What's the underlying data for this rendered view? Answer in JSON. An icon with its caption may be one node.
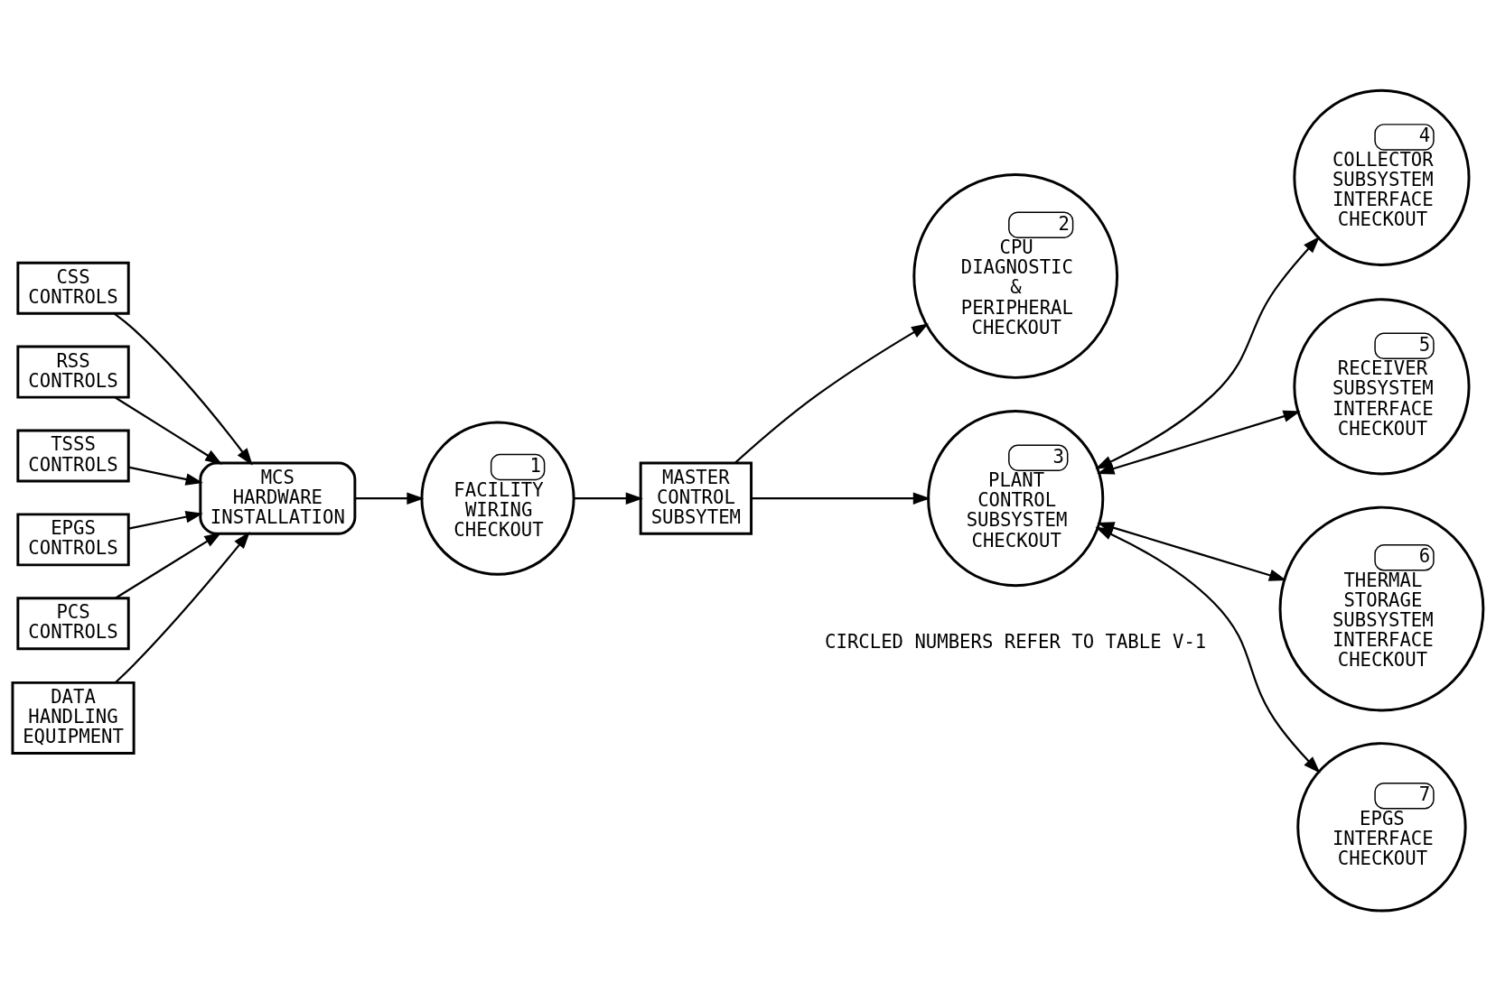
{
  "diagram": {
    "nodes": [
      {
        "text": [
          "CSS CONTROLS"
        ]
      },
      {
        "text": [
          "RSS CONTROLS"
        ]
      },
      {
        "text": [
          "TSSS CONTROLS"
        ]
      },
      {
        "text": [
          "EPGS CONTROLS"
        ]
      },
      {
        "text": [
          "PCS CONTROLS"
        ]
      },
      {
        "text": [
          "DATA HANDLING EQUIPMENT"
        ]
      },
      {
        "text": [
          "MCS HARDWARE INSTALLATION"
        ]
      },
      {
        "text": [
          "1",
          "FACILITY WIRING CHECKOUT"
        ]
      },
      {
        "text": [
          "MASTER CONTROL SUBSYTEM"
        ]
      },
      {
        "text": [
          "2",
          "CPU DIAGNOSTIC & PERIPHERAL CHECKOUT"
        ]
      },
      {
        "text": [
          "3",
          "PLANT CONTROL SUBSYSTEM CHECKOUT"
        ]
      },
      {
        "text": [
          "4",
          "COLLECTOR SUBSYSTEM INTERFACE CHECKOUT"
        ]
      },
      {
        "text": [
          "5",
          "RECEIVER SUBSYSTEM INTERFACE CHECKOUT"
        ]
      },
      {
        "text": [
          "6",
          "THERMAL STORAGE SUBSYSTEM INTERFACE CHECKOUT"
        ]
      },
      {
        "text": [
          "7",
          "EPGS INTERFACE CHECKOUT"
        ]
      }
    ],
    "edges": [
      {
        "from": 0,
        "to": 6,
        "arrow": "to"
      },
      {
        "from": 1,
        "to": 6,
        "arrow": "to"
      },
      {
        "from": 2,
        "to": 6,
        "arrow": "to"
      },
      {
        "from": 3,
        "to": 6,
        "arrow": "to"
      },
      {
        "from": 4,
        "to": 6,
        "arrow": "to"
      },
      {
        "from": 5,
        "to": 6,
        "arrow": "to"
      },
      {
        "from": 6,
        "to": 7,
        "arrow": "to"
      },
      {
        "from": 7,
        "to": 8,
        "arrow": "to"
      },
      {
        "from": 8,
        "to": 9,
        "arrow": "to"
      },
      {
        "from": 8,
        "to": 10,
        "arrow": "to"
      },
      {
        "from": 10,
        "to": 11,
        "arrow": "both"
      },
      {
        "from": 10,
        "to": 12,
        "arrow": "both"
      },
      {
        "from": 10,
        "to": 13,
        "arrow": "both"
      },
      {
        "from": 10,
        "to": 14,
        "arrow": "both"
      }
    ],
    "labels": [
      "CIRCLED NUMBERS REFER TO TABLE V-1"
    ]
  }
}
